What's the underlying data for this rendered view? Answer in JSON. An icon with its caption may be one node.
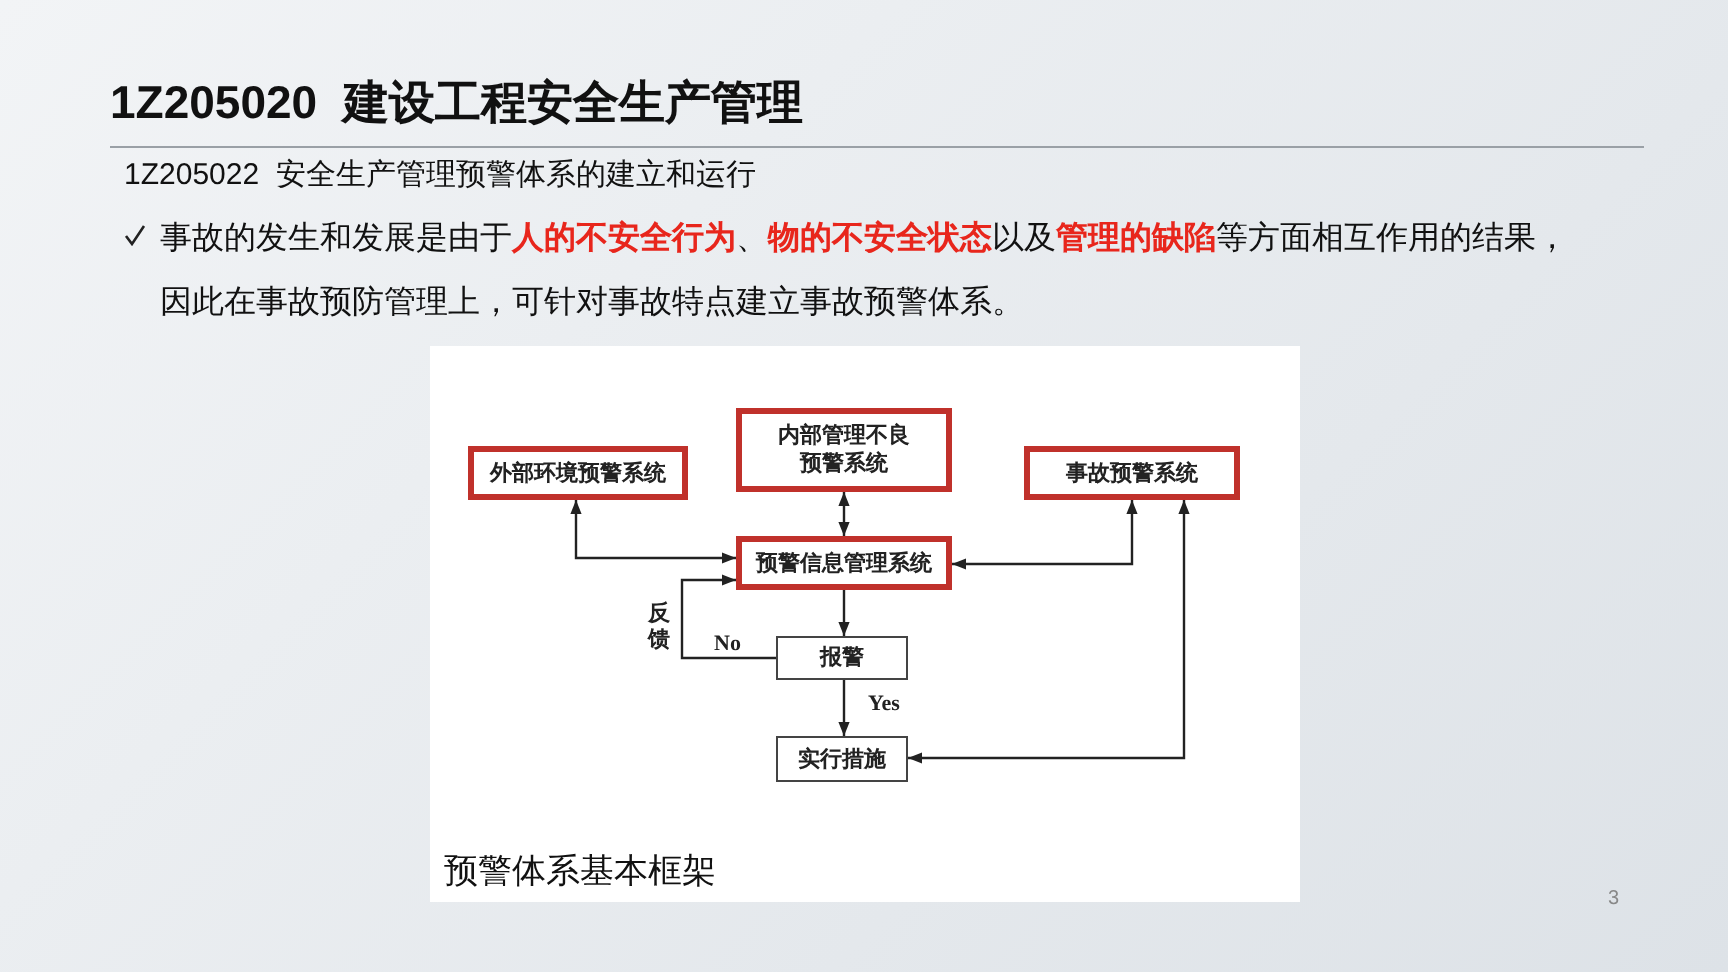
{
  "diagram": {
    "title": "1Z205020  建设工程安全生产管理",
    "caption": "预警体系基本框架",
    "nodes": [
      {
        "text": [
          "外部环境预警系统"
        ]
      },
      {
        "text": [
          "内部管理不良预警系统"
        ]
      },
      {
        "text": [
          "事故预警系统"
        ]
      },
      {
        "text": [
          "预警信息管理系统"
        ]
      },
      {
        "text": [
          "报警"
        ]
      },
      {
        "text": [
          "实行措施"
        ]
      }
    ],
    "edges": [
      {
        "from": 0,
        "to": 3,
        "arrow": "both"
      },
      {
        "from": 1,
        "to": 3,
        "arrow": "both"
      },
      {
        "from": 2,
        "to": 3,
        "arrow": "both"
      },
      {
        "from": 3,
        "to": 4,
        "arrow": "to"
      },
      {
        "from": 4,
        "to": 3,
        "arrow": "to",
        "label": "No"
      },
      {
        "from": 4,
        "to": 5,
        "arrow": "to",
        "label": "Yes"
      },
      {
        "from": 5,
        "to": 2,
        "arrow": "both"
      }
    ],
    "labels": [
      "1Z205022  安全生产管理预警体系的建立和运行",
      "事故的发生和发展是由于**人的不安全行为**、**物的不安全状态**以及**管理的缺陷**等方面相互作用的结果，因此在事故预防管理上，可针对事故特点建立事故预警体系。",
      "反馈",
      "3"
    ]
  }
}
